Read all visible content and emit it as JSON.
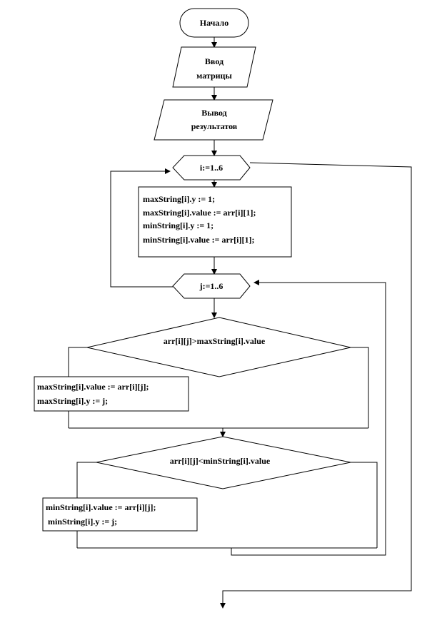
{
  "start": {
    "label": "Начало"
  },
  "input": {
    "lines": [
      "Ввод",
      "матрицы"
    ]
  },
  "output": {
    "lines": [
      "Вывод",
      "результатов"
    ]
  },
  "loop_i": {
    "label": "i:=1..6"
  },
  "init_block": {
    "lines": [
      "maxString[i].y := 1;",
      "maxString[i].value := arr[i][1];",
      "minString[i].y := 1;",
      "minString[i].value := arr[i][1];"
    ]
  },
  "loop_j": {
    "label": "j:=1..6"
  },
  "cond_max": {
    "label": "arr[i][j]>maxString[i].value"
  },
  "max_block": {
    "lines": [
      "maxString[i].value := arr[i][j];",
      "maxString[i].y := j;"
    ]
  },
  "cond_min": {
    "label": "arr[i][j]<minString[i].value"
  },
  "min_block": {
    "lines": [
      "minString[i].value := arr[i][j];",
      " minString[i].y := j;"
    ]
  }
}
